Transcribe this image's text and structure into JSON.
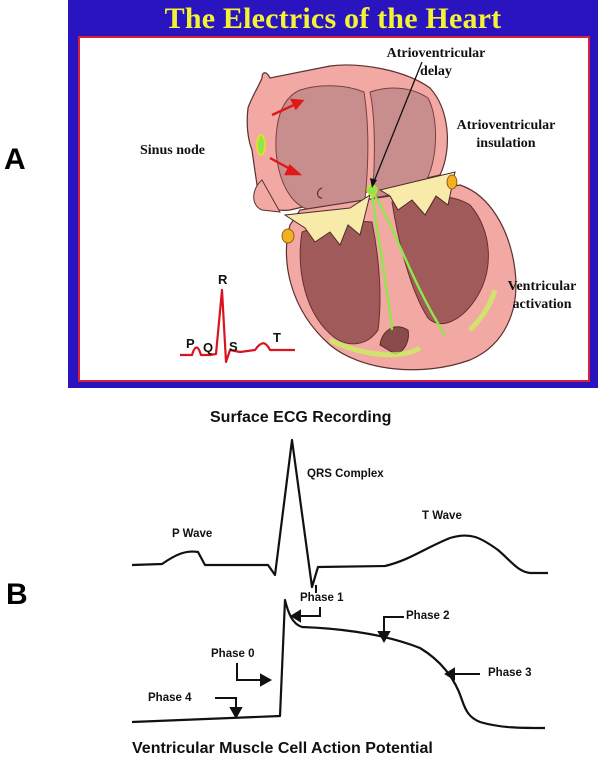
{
  "panel_labels": {
    "a": "A",
    "b": "B"
  },
  "panel_a": {
    "title": "The Electrics of the Heart",
    "colors": {
      "frame": "#2a14c0",
      "title": "#f4f234",
      "inner_border": "#d8203a",
      "tissue": "#f2a9a3",
      "chamber": "#a86060",
      "valve": "#f8eaa8",
      "conduction": "#8ee84a",
      "ecg_trace": "#d8141e"
    },
    "labels": {
      "sinus_node": "Sinus node",
      "av_delay_line1": "Atrioventricular",
      "av_delay_line2": "delay",
      "av_insulation_line1": "Atrioventricular",
      "av_insulation_line2": "insulation",
      "ventricular_activation_line1": "Ventricular",
      "ventricular_activation_line2": "activation"
    },
    "ecg_labels": {
      "p": "P",
      "q": "Q",
      "r": "R",
      "s": "S",
      "t": "T"
    }
  },
  "panel_b": {
    "ecg_title": "Surface ECG Recording",
    "ecg_labels": {
      "p_wave": "P Wave",
      "qrs": "QRS Complex",
      "t_wave": "T Wave"
    },
    "ap_title": "Ventricular Muscle Cell Action Potential",
    "ap_labels": {
      "phase0": "Phase 0",
      "phase1": "Phase 1",
      "phase2": "Phase 2",
      "phase3": "Phase 3",
      "phase4": "Phase 4"
    }
  }
}
